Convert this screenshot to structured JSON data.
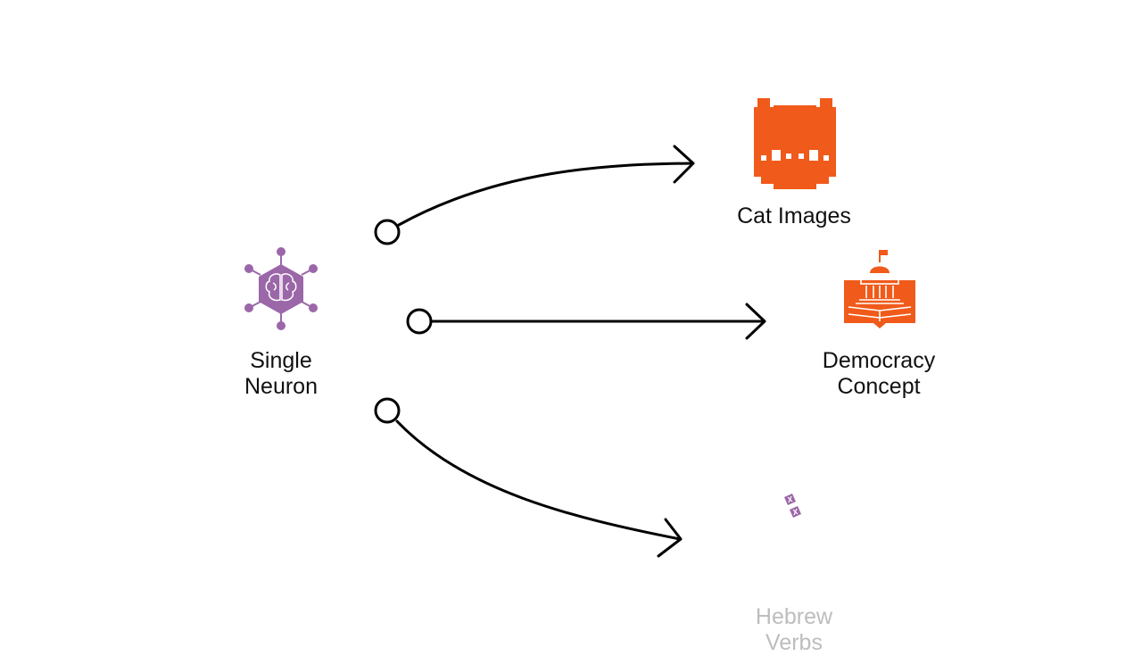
{
  "source": {
    "label_line1": "Single",
    "label_line2": "Neuron",
    "icon": "brain-network-icon"
  },
  "targets": [
    {
      "label_line1": "Cat Images",
      "icon": "pixel-cat-icon"
    },
    {
      "label_line1": "Democracy",
      "label_line2": "Concept",
      "icon": "capitol-book-icon"
    },
    {
      "label_line1": "Hebrew",
      "label_line2": "Verbs",
      "icon": "hebrew-letters-icon"
    }
  ],
  "colors": {
    "accent_purple": "#9b67a8",
    "accent_orange": "#f05a1a",
    "stroke": "#000000",
    "faded_text": "#bdbdbd"
  }
}
